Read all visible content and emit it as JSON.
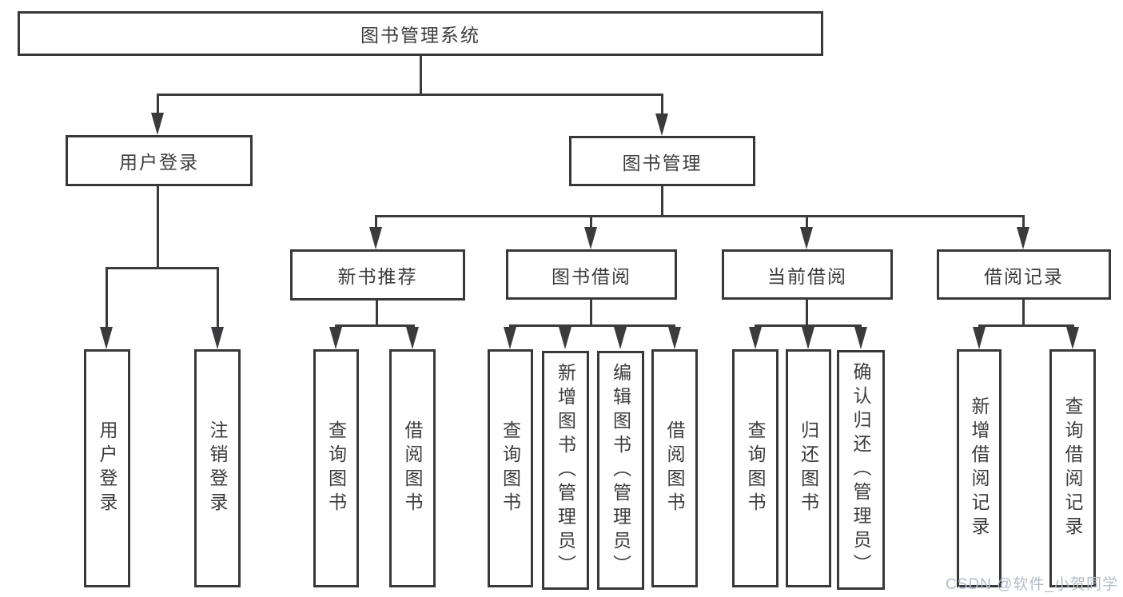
{
  "diagram": {
    "root": {
      "label": "图书管理系统"
    },
    "branches": {
      "user_login": {
        "label": "用户登录",
        "children": [
          {
            "label": "用户登录"
          },
          {
            "label": "注销登录"
          }
        ]
      },
      "book_mgmt": {
        "label": "图书管理",
        "modules": [
          {
            "label": "新书推荐",
            "children": [
              {
                "label": "查询图书"
              },
              {
                "label": "借阅图书"
              }
            ]
          },
          {
            "label": "图书借阅",
            "children": [
              {
                "label": "查询图书"
              },
              {
                "label": "新增图书（管理员）"
              },
              {
                "label": "编辑图书（管理员）"
              },
              {
                "label": "借阅图书"
              }
            ]
          },
          {
            "label": "当前借阅",
            "children": [
              {
                "label": "查询图书"
              },
              {
                "label": "归还图书"
              },
              {
                "label": "确认归还（管理员）"
              }
            ]
          },
          {
            "label": "借阅记录",
            "children": [
              {
                "label": "新增借阅记录"
              },
              {
                "label": "查询借阅记录"
              }
            ]
          }
        ]
      }
    },
    "colors": {
      "line": "#3b3b3d",
      "border": "#38383a",
      "text": "#3c3c3e",
      "background": "#ffffff",
      "watermark": "#b4bcc8"
    }
  },
  "watermark": {
    "label": "CSDN @软件_小贺同学"
  }
}
